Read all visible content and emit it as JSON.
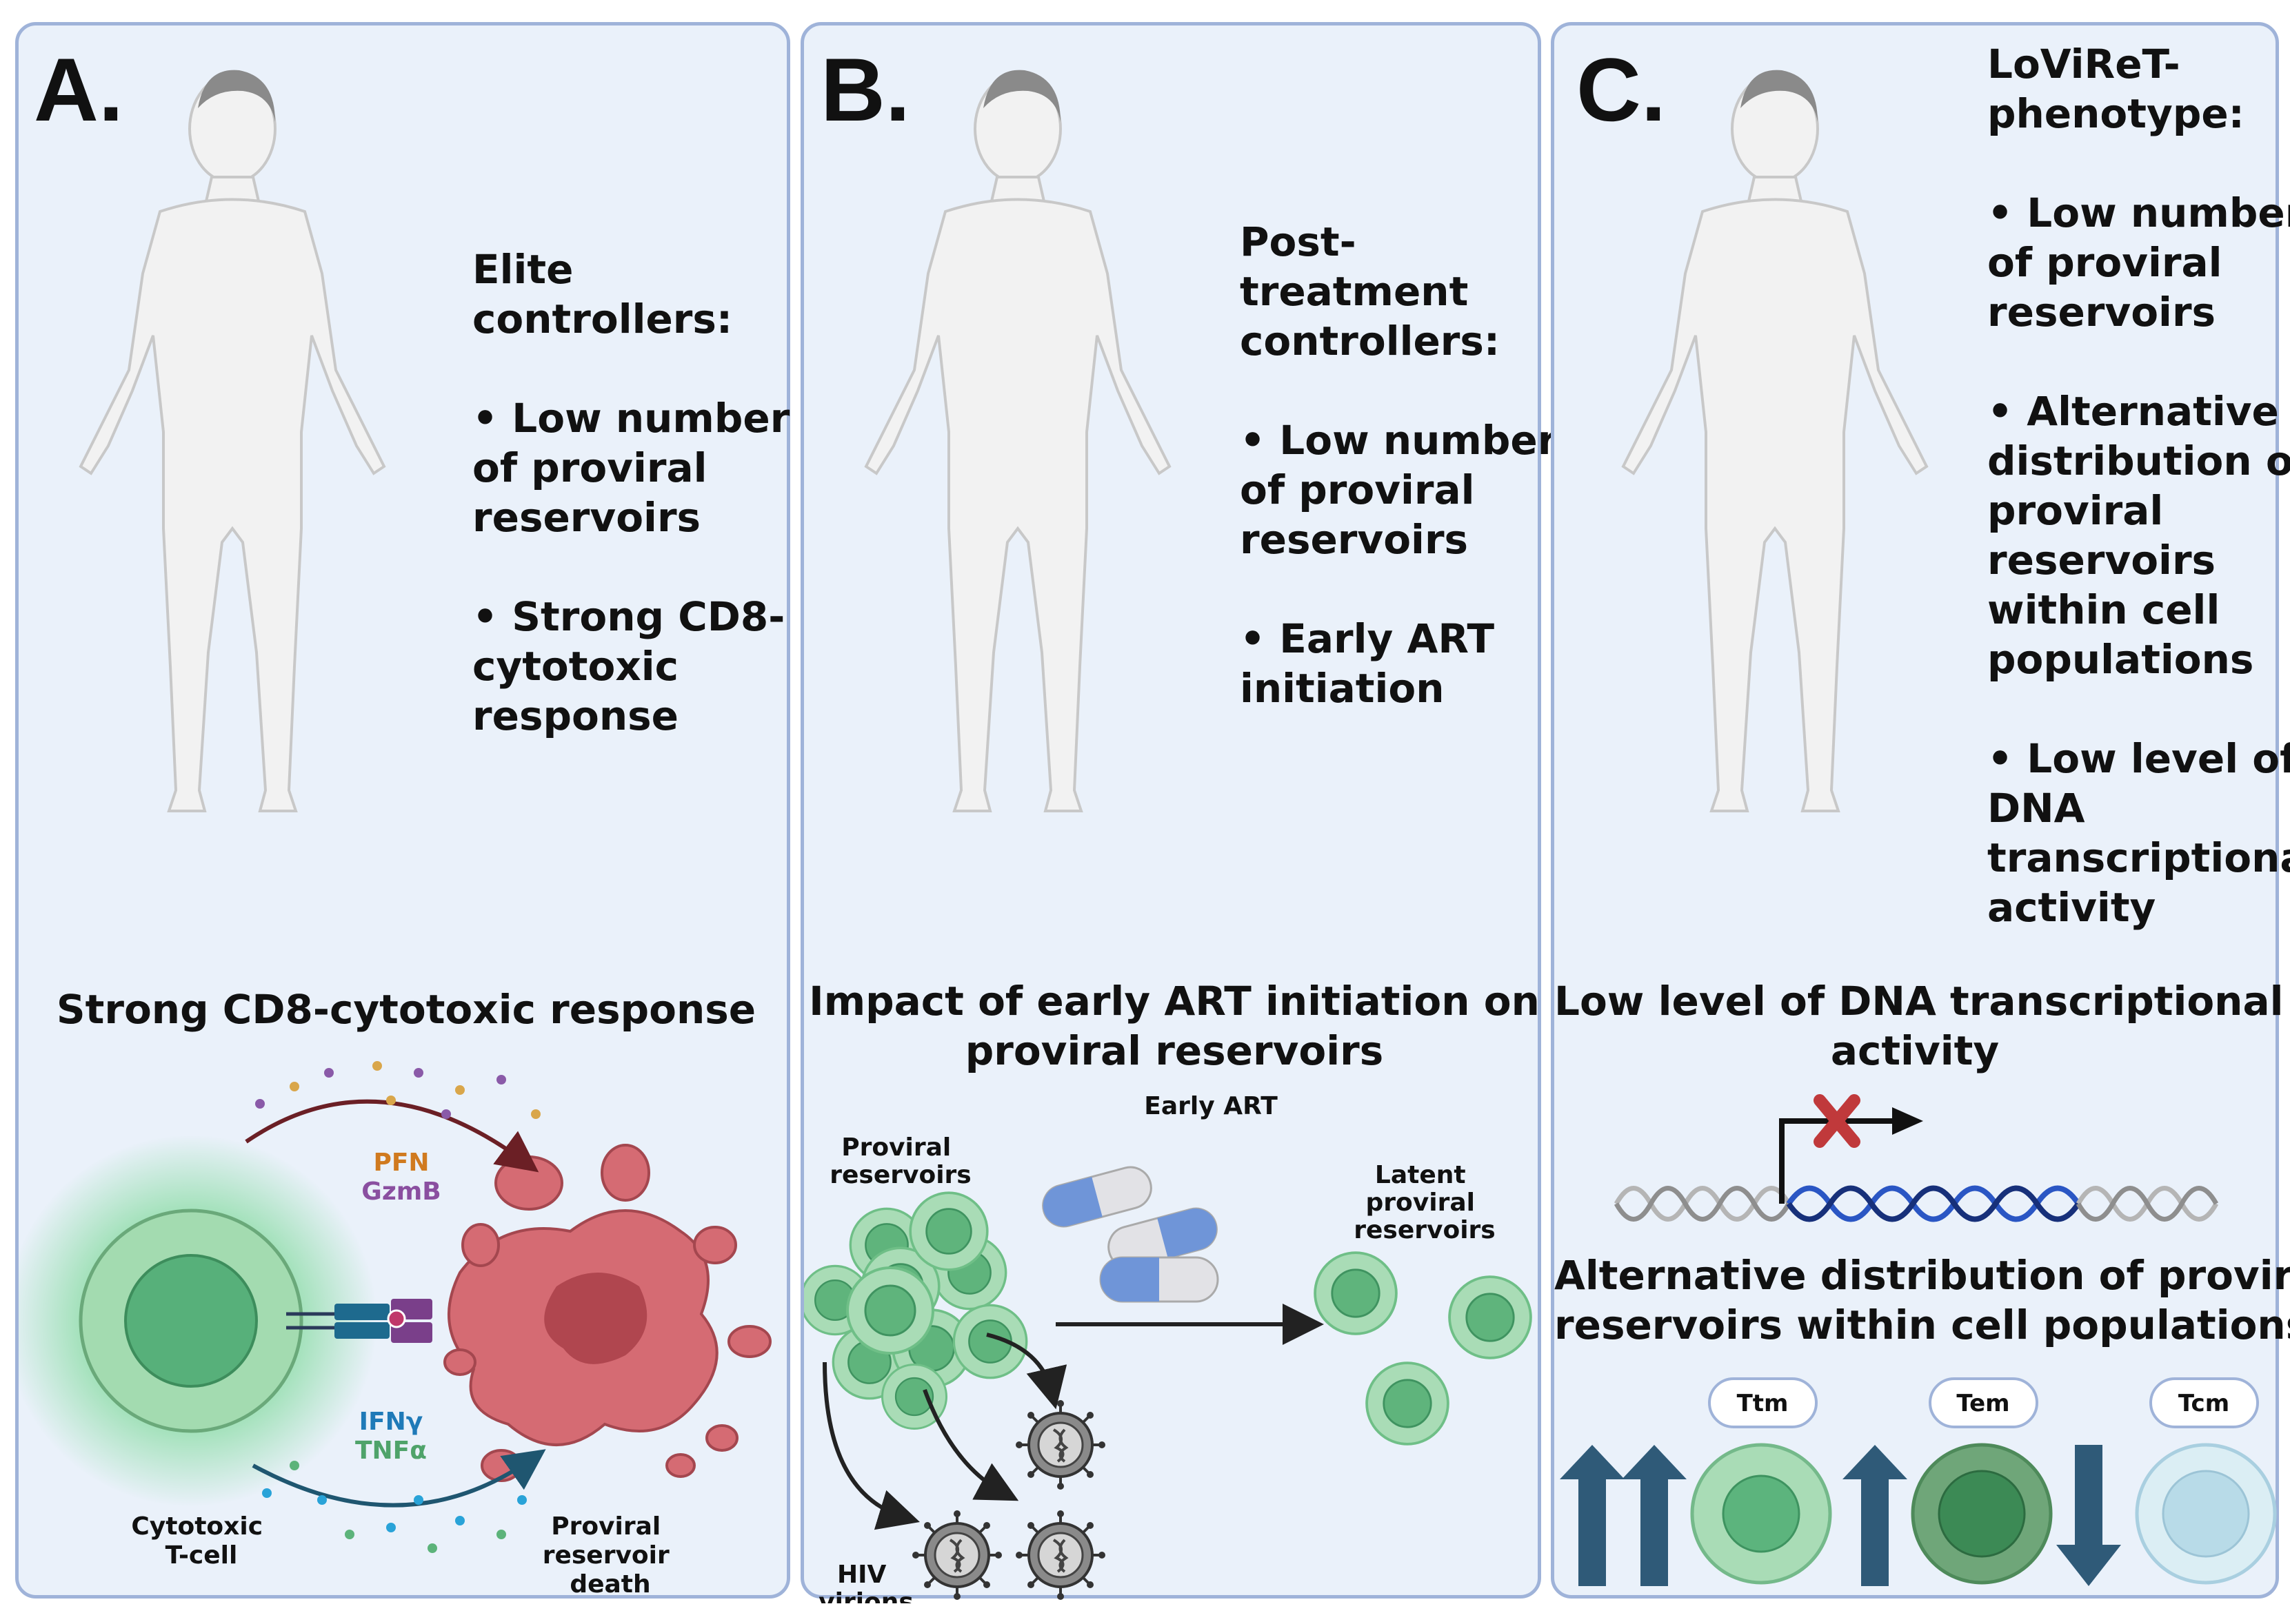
{
  "panel_a": {
    "letter": "A.",
    "desc": [
      "Elite",
      "controllers:",
      "",
      "• Low number",
      "of proviral",
      "reservoirs",
      "",
      "• Strong CD8-",
      "cytotoxic",
      "response"
    ],
    "heading": "Strong CD8-cytotoxic response",
    "label_pfn": "PFN",
    "label_gzmb": "GzmB",
    "label_ifng": "IFNγ",
    "label_tnfa": "TNFα",
    "label_cell": [
      "Cytotoxic",
      "T-cell"
    ],
    "label_death": [
      "Proviral",
      "reservoir",
      "death"
    ]
  },
  "panel_b": {
    "letter": "B.",
    "desc": [
      "Post-",
      "treatment",
      "controllers:",
      "",
      "• Low number",
      "of proviral",
      "reservoirs",
      "",
      "• Early ART",
      "initiation"
    ],
    "heading": [
      "Impact of early ART initiation on",
      "proviral reservoirs"
    ],
    "label_early_art": "Early ART",
    "label_proviral": [
      "Proviral",
      "reservoirs"
    ],
    "label_latent": [
      "Latent",
      "proviral",
      "reservoirs"
    ],
    "label_hiv": [
      "HIV",
      "virions"
    ]
  },
  "panel_c": {
    "letter": "C.",
    "desc": [
      "LoViReT-",
      "phenotype:",
      "",
      "• Low number",
      "of proviral",
      "reservoirs",
      "",
      "• Alternative",
      "distribution of",
      "proviral",
      "reservoirs",
      "within cell",
      "populations",
      "",
      "• Low level of",
      "DNA",
      "transcriptional",
      "activity"
    ],
    "heading_1": [
      "Low level of DNA transcriptional",
      "activity"
    ],
    "heading_2": [
      "Alternative distribution of proviral",
      "reservoirs within cell populations"
    ],
    "cell_labels": [
      "Ttm",
      "Tem",
      "Tcm"
    ]
  },
  "colors": {
    "panel_bg": "#eaf1fa",
    "panel_border": "#9fb3d9",
    "tcell_green": "#5bb37c",
    "reservoir_red": "#d06a72",
    "arrow_dark_blue": "#2f5a78",
    "x_mark_red": "#c0393b",
    "dna_blue": "#1a3a8c"
  }
}
